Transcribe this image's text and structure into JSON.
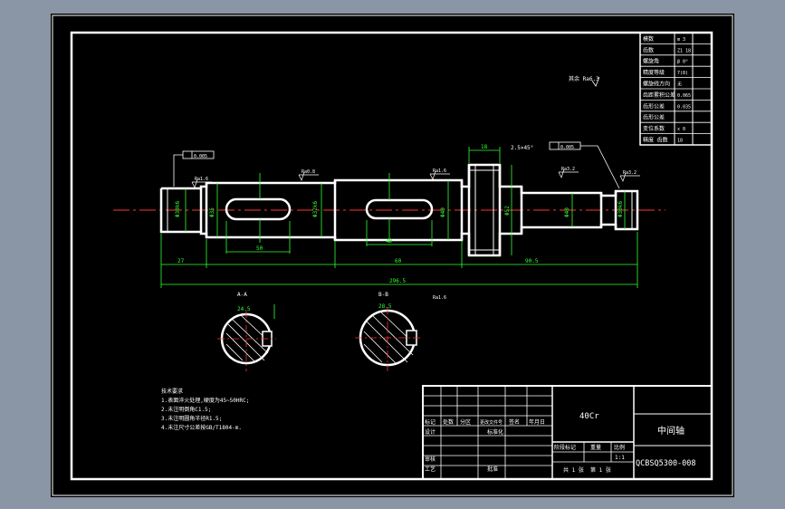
{
  "colors": {
    "background": "#8a95a5",
    "paper": "#000000",
    "outline": "#ffffff",
    "dimension": "#33ff33",
    "centerline": "#ff3333",
    "annotation": "#ffffff"
  },
  "param_table": {
    "rows": [
      {
        "label": "模数",
        "value": "m 3"
      },
      {
        "label": "齿数",
        "value": "Z1 18"
      },
      {
        "label": "螺旋角",
        "value": "β 0°"
      },
      {
        "label": "精度等级",
        "value": "7(8)"
      },
      {
        "label": "螺旋线方向",
        "value": "无"
      },
      {
        "label": "齿距累积公差",
        "value": "0.065"
      },
      {
        "label": "齿形公差",
        "value": "0.035"
      },
      {
        "label": "齿形公差",
        "value": ""
      },
      {
        "label": "变位系数",
        "value": "x 0"
      },
      {
        "label": "精度 齿数",
        "value": "18"
      }
    ]
  },
  "annotations": {
    "surface_rest": "其余 Ra6.3",
    "chamfer": "2.5×45°",
    "tol_left": "0.005",
    "tol_right": "0.005",
    "ra_values": [
      "Ra0.8",
      "Ra1.6",
      "Ra3.2",
      "Ra3.2",
      "Ra1.6",
      "Ra1.6"
    ]
  },
  "dimensions": {
    "dia_labels": [
      "Φ30k6",
      "Φ35",
      "Φ32k6",
      "Φ40",
      "Φ52",
      "Φ40",
      "Φ30k6"
    ],
    "lengths": [
      "27",
      "50",
      "40",
      "60",
      "90.5"
    ],
    "overall": "296.5",
    "tooth_width": "18",
    "section_a_label": "A-A",
    "section_b_label": "B-B",
    "section_a_dim": "24.5",
    "section_b_dim": "28.5"
  },
  "tech_requirements": {
    "title": "技术要求",
    "items": [
      "1.表面淬火处理,硬度为45~50HRC;",
      "2.未注明倒角C1.5;",
      "3.未注明圆角半径R1.5;",
      "4.未注尺寸公差按GB/T1804-m."
    ]
  },
  "title_block": {
    "material": "40Cr",
    "part_name": "中间轴",
    "drawing_no": "QCBSQ5300-008",
    "row_labels": [
      "标记",
      "处数",
      "分区",
      "更改文件号",
      "签名",
      "年月日"
    ],
    "design": "设计",
    "std": "标准化",
    "check": "审核",
    "process": "工艺",
    "approve": "批准",
    "stage": "阶段标记",
    "weight": "重量",
    "scale": "比例",
    "scale_val": "1:1",
    "sheets": "共 1 张",
    "sheet_no": "第 1 张"
  }
}
